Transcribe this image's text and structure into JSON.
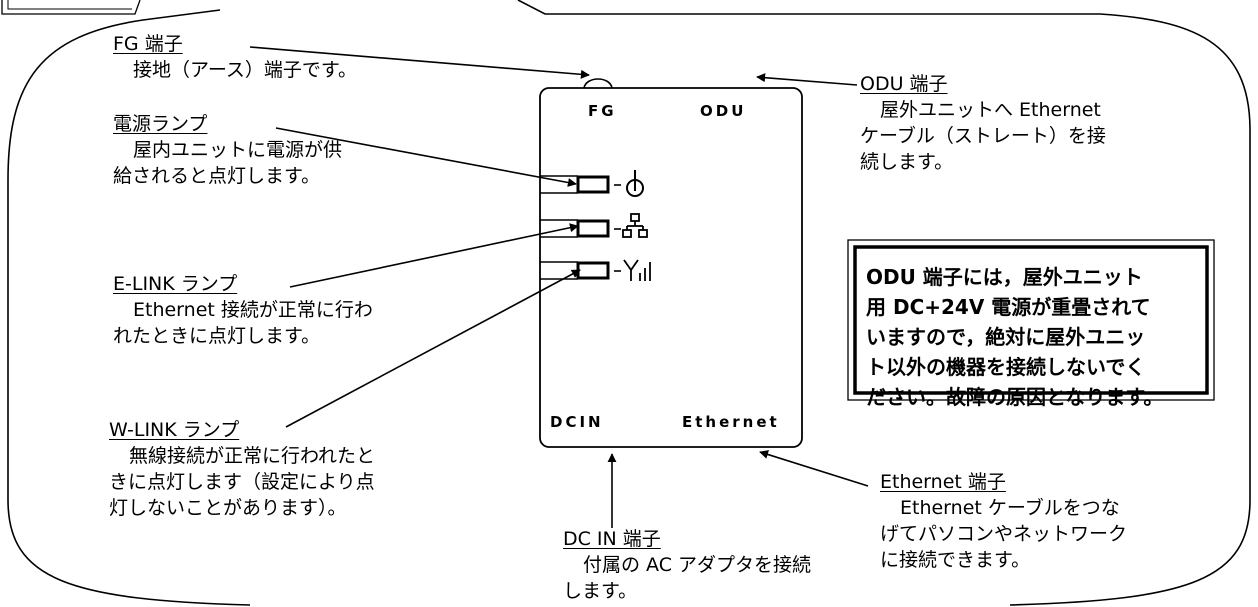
{
  "labels": {
    "fg": {
      "title": "FG 端子",
      "desc": [
        "接地（アース）端子です。"
      ]
    },
    "power": {
      "title": "電源ランプ",
      "desc": [
        "屋内ユニットに電源が供",
        "給されると点灯します。"
      ]
    },
    "elink": {
      "title": "E-LINK ランプ",
      "desc": [
        "Ethernet 接続が正常に行わ",
        "れたときに点灯します。"
      ]
    },
    "wlink": {
      "title": "W-LINK ランプ",
      "desc": [
        "無線接続が正常に行われたと",
        "きに点灯します（設定により点",
        "灯しないことがあります）。"
      ]
    },
    "dcin": {
      "title": "DC IN 端子",
      "desc": [
        "付属の AC アダプタを接続",
        "します。"
      ]
    },
    "odu": {
      "title": "ODU 端子",
      "desc": [
        "屋外ユニットへ Ethernet",
        "ケーブル（ストレート）を接",
        "続します。"
      ]
    },
    "ethernet": {
      "title": "Ethernet 端子",
      "desc": [
        "Ethernet ケーブルをつな",
        "げてパソコンやネットワーク",
        "に接続できます。"
      ]
    }
  },
  "device": {
    "fg_label": "FG",
    "odu_label": "ODU",
    "dcin_label": "DCIN",
    "ethernet_label": "Ethernet"
  },
  "notice": {
    "lines": [
      "ODU 端子には，屋外ユニット",
      "用 DC+24V 電源が重畳されて",
      "いますので，絶対に屋外ユニッ",
      "ト以外の機器を接続しないでく",
      "ださい。故障の原因となります。"
    ]
  }
}
